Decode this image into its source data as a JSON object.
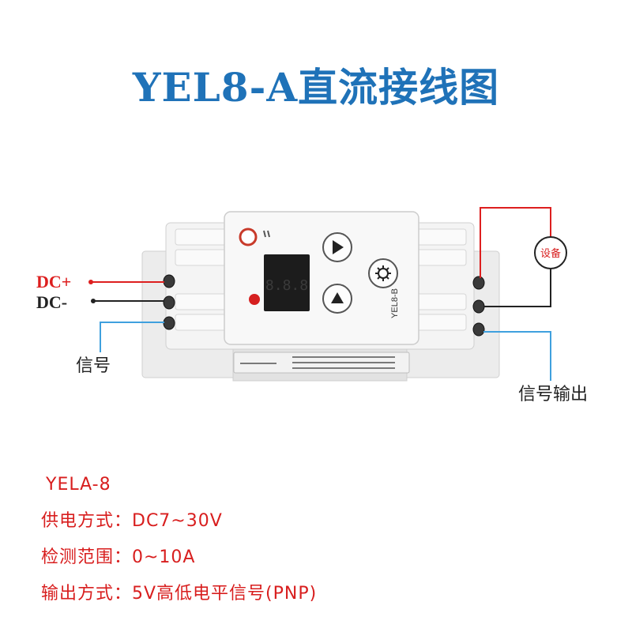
{
  "title": "YEL8-A直流接线图",
  "colors": {
    "title": "#1f72b8",
    "dc_plus_wire": "#dd1f1f",
    "dc_minus_wire": "#222222",
    "signal_wire": "#3fa0de",
    "spec_text": "#d81e1e"
  },
  "terminals": {
    "dc_plus": "DC+",
    "dc_minus": "DC-",
    "signal_in": "信号",
    "signal_out": "信号输出",
    "device": "设备"
  },
  "module": {
    "model_label": "YEL8-B",
    "display": "8.8.8",
    "up_button_icon": "triangle-up-icon",
    "right_button_icon": "triangle-right-icon",
    "set_button_icon": "gear-icon"
  },
  "specs": [
    "YELA-8",
    "供电方式：DC7~30V",
    "检测范围：0~10A",
    "输出方式：5V高低电平信号(PNP)"
  ]
}
